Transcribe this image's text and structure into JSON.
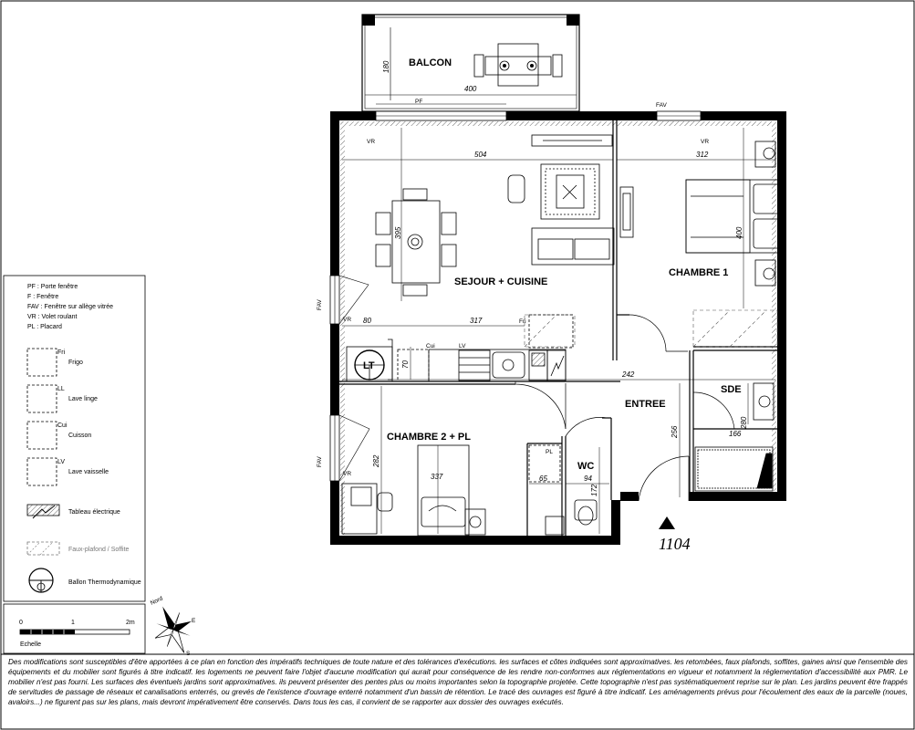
{
  "balcony": {
    "label": "BALCON",
    "width": "400",
    "depth": "180"
  },
  "rooms": {
    "sejour": "SEJOUR + CUISINE",
    "chambre1": "CHAMBRE 1",
    "chambre2": "CHAMBRE 2 + PL",
    "entree": "ENTREE",
    "sde": "SDE",
    "wc": "WC"
  },
  "dimensions": {
    "d504": "504",
    "d312": "312",
    "d395": "395",
    "d400": "400",
    "d80": "80",
    "d317": "317",
    "d70": "70",
    "d242": "242",
    "d256": "256",
    "d280": "280",
    "d166": "166",
    "d282": "282",
    "d337": "337",
    "d65": "65",
    "d94": "94",
    "d172": "172"
  },
  "tags": {
    "pf": "PF",
    "fav": "FAV",
    "vr": "VR",
    "fri": "Fri",
    "cui": "Cui",
    "lv": "LV",
    "lt": "LT",
    "pl": "PL"
  },
  "lot_number": "1104",
  "legend": {
    "abbreviations": [
      "PF : Porte fenêtre",
      "F : Fenêtre",
      "FAV : Fenêtre sur allège vitrée",
      "VR : Volet roulant",
      "PL : Placard"
    ],
    "items": [
      {
        "code": "Fri",
        "label": "Frigo"
      },
      {
        "code": "LL",
        "label": "Lave linge"
      },
      {
        "code": "Cui",
        "label": "Cuisson"
      },
      {
        "code": "LV",
        "label": "Lave vaisselle"
      }
    ],
    "tableau": "Tableau électrique",
    "faux_plafond": "Faux-plafond / Soffite",
    "ballon": "Ballon Thermodynamique"
  },
  "scale": {
    "ticks": [
      "0",
      "1",
      "2m"
    ],
    "label": "Echelle"
  },
  "compass": {
    "north": "Nord",
    "e": "E",
    "s": "S"
  },
  "disclaimer": "Des modifications sont susceptibles d'être apportées à ce plan en fonction des impératifs techniques de toute nature et des tolérances d'exécutions. les surfaces et côtes indiquées sont approximatives. les retombées, faux plafonds, soffites, gaines ainsi que l'ensemble des équipements et du mobilier sont figurés à titre indicatif. les logements ne peuvent faire l'objet d'aucune modification qui aurait pour conséquence de les rendre non-conformes aux réglementations en vigueur et notamment la réglementation d'accessibilité aux PMR. Le mobilier n'est pas fourni. Les surfaces des éventuels jardins sont approximatives. ils peuvent présenter des pentes plus ou moins importantes selon la topographie projetée. Cette topographie n'est pas systématiquement reprise sur le plan. Les jardins peuvent être frappés de servitudes de passage de réseaux et canalisations enterrés, ou grevés de l'existence d'ouvrage enterré notamment d'un bassin de rétention. Le tracé des ouvrages est figuré à titre indicatif. Les aménagements prévus pour l'écoulement des eaux de la parcelle (noues, avaloirs...) ne figurent pas sur les plans, mais devront impérativement être conservés. Dans tous les cas, il convient de se rapporter aux dossier des ouvrages exécutés."
}
